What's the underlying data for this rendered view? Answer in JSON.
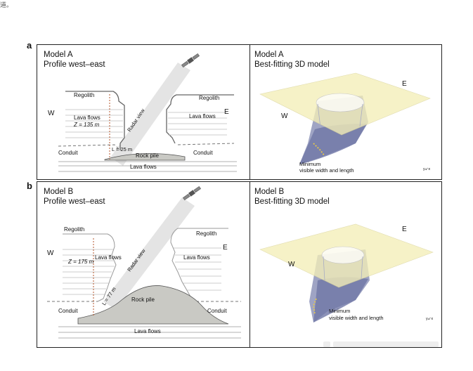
{
  "header_fragment": "道。",
  "panels": [
    {
      "letter": "a",
      "profile": {
        "title_line1": "Model A",
        "title_line2": "Profile west–east",
        "regolith_left": "Regolith",
        "regolith_right": "Regolith",
        "lava_flows_left": "Lava flows",
        "lava_flows_right": "Lava flows",
        "depth": "Z = 135 m",
        "west": "W",
        "east": "E",
        "radar_view": "Radar view",
        "conduit_left": "Conduit",
        "conduit_right": "Conduit",
        "length": "L = 25 m",
        "rock_pile": "Rock pile",
        "lava_flows_bottom": "Lava flows"
      },
      "model3d": {
        "title_line1": "Model A",
        "title_line2": "Best-fitting 3D model",
        "west": "W",
        "east": "E",
        "minimum_line1": "Minimum",
        "minimum_line2": "visible width and length",
        "axes_tag": "y↙x"
      }
    },
    {
      "letter": "b",
      "profile": {
        "title_line1": "Model B",
        "title_line2": "Profile west–east",
        "regolith_left": "Regolith",
        "regolith_right": "Regolith",
        "lava_flows_left": "Lava flows",
        "lava_flows_right": "Lava flows",
        "depth": "Z = 175 m",
        "west": "W",
        "east": "E",
        "radar_view": "Radar view",
        "conduit_left": "Conduit",
        "conduit_right": "Conduit",
        "length": "L = 77 m",
        "rock_pile": "Rock pile",
        "lava_flows_bottom": "Lava flows"
      },
      "model3d": {
        "title_line1": "Model B",
        "title_line2": "Best-fitting 3D model",
        "west": "W",
        "east": "E",
        "minimum_line1": "Minimum",
        "minimum_line2": "visible width and length",
        "axes_tag": "y↙x"
      }
    }
  ],
  "colors": {
    "radar_beam": "#e4e4e4",
    "rock_pile": "#c9c9c4",
    "dashed_depth": "#b5562b",
    "plane_fill": "#f4efb8",
    "cavity_mesh": "#6f77a6",
    "minimum_marker": "#e6c84a"
  }
}
